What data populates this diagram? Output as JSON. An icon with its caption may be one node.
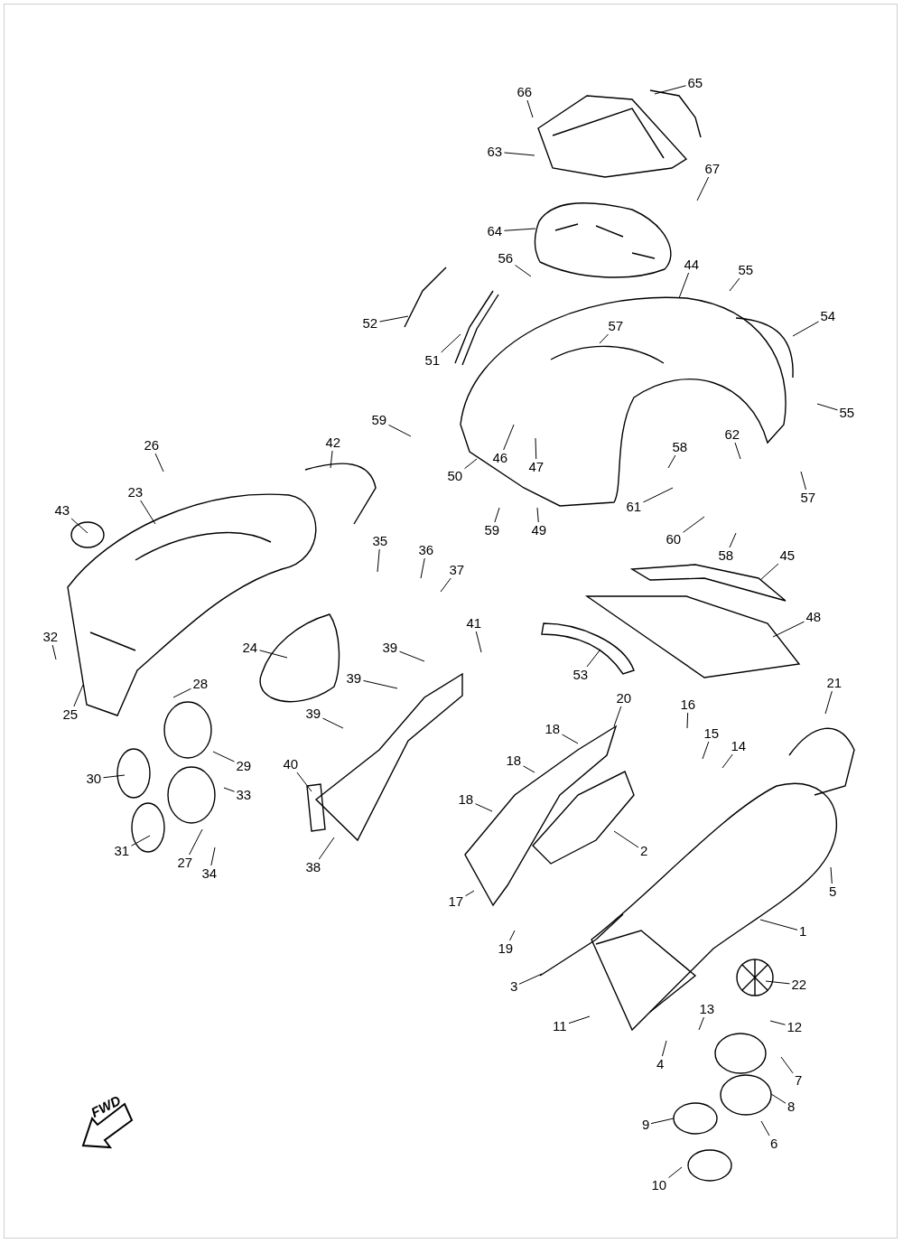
{
  "diagram": {
    "nodes": [
      {
        "text": [
          "65"
        ]
      },
      {
        "text": [
          "66"
        ]
      },
      {
        "text": [
          "63"
        ]
      },
      {
        "text": [
          "67"
        ]
      },
      {
        "text": [
          "64"
        ]
      },
      {
        "text": [
          "56"
        ]
      },
      {
        "text": [
          "44"
        ]
      },
      {
        "text": [
          "55"
        ]
      },
      {
        "text": [
          "54"
        ]
      },
      {
        "text": [
          "52"
        ]
      },
      {
        "text": [
          "57"
        ]
      },
      {
        "text": [
          "51"
        ]
      },
      {
        "text": [
          "59"
        ]
      },
      {
        "text": [
          "55"
        ]
      },
      {
        "text": [
          "26"
        ]
      },
      {
        "text": [
          "42"
        ]
      },
      {
        "text": [
          "62"
        ]
      },
      {
        "text": [
          "58"
        ]
      },
      {
        "text": [
          "46"
        ]
      },
      {
        "text": [
          "47"
        ]
      },
      {
        "text": [
          "50"
        ]
      },
      {
        "text": [
          "23"
        ]
      },
      {
        "text": [
          "57"
        ]
      },
      {
        "text": [
          "61"
        ]
      },
      {
        "text": [
          "43"
        ]
      },
      {
        "text": [
          "59"
        ]
      },
      {
        "text": [
          "49"
        ]
      },
      {
        "text": [
          "60"
        ]
      },
      {
        "text": [
          "35"
        ]
      },
      {
        "text": [
          "36"
        ]
      },
      {
        "text": [
          "58"
        ]
      },
      {
        "text": [
          "45"
        ]
      },
      {
        "text": [
          "37"
        ]
      },
      {
        "text": [
          "48"
        ]
      },
      {
        "text": [
          "32"
        ]
      },
      {
        "text": [
          "41"
        ]
      },
      {
        "text": [
          "24"
        ]
      },
      {
        "text": [
          "39"
        ]
      },
      {
        "text": [
          "39"
        ]
      },
      {
        "text": [
          "53"
        ]
      },
      {
        "text": [
          "28"
        ]
      },
      {
        "text": [
          "21"
        ]
      },
      {
        "text": [
          "20"
        ]
      },
      {
        "text": [
          "16"
        ]
      },
      {
        "text": [
          "25"
        ]
      },
      {
        "text": [
          "39"
        ]
      },
      {
        "text": [
          "18"
        ]
      },
      {
        "text": [
          "15"
        ]
      },
      {
        "text": [
          "14"
        ]
      },
      {
        "text": [
          "18"
        ]
      },
      {
        "text": [
          "40"
        ]
      },
      {
        "text": [
          "29"
        ]
      },
      {
        "text": [
          "30"
        ]
      },
      {
        "text": [
          "33"
        ]
      },
      {
        "text": [
          "18"
        ]
      },
      {
        "text": [
          "2"
        ]
      },
      {
        "text": [
          "31"
        ]
      },
      {
        "text": [
          "27"
        ]
      },
      {
        "text": [
          "34"
        ]
      },
      {
        "text": [
          "38"
        ]
      },
      {
        "text": [
          "5"
        ]
      },
      {
        "text": [
          "17"
        ]
      },
      {
        "text": [
          "1"
        ]
      },
      {
        "text": [
          "19"
        ]
      },
      {
        "text": [
          "22"
        ]
      },
      {
        "text": [
          "3"
        ]
      },
      {
        "text": [
          "13"
        ]
      },
      {
        "text": [
          "12"
        ]
      },
      {
        "text": [
          "11"
        ]
      },
      {
        "text": [
          "4"
        ]
      },
      {
        "text": [
          "7"
        ]
      },
      {
        "text": [
          "8"
        ]
      },
      {
        "text": [
          "9"
        ]
      },
      {
        "text": [
          "6"
        ]
      },
      {
        "text": [
          "10"
        ]
      }
    ],
    "edges": [
      {
        "from": 0,
        "to": null,
        "arrow": "none"
      },
      {
        "from": 1,
        "to": null,
        "arrow": "none"
      },
      {
        "from": 2,
        "to": null,
        "arrow": "none"
      },
      {
        "from": 3,
        "to": null,
        "arrow": "none"
      },
      {
        "from": 4,
        "to": null,
        "arrow": "none"
      },
      {
        "from": 5,
        "to": null,
        "arrow": "none"
      },
      {
        "from": 6,
        "to": null,
        "arrow": "none"
      },
      {
        "from": 7,
        "to": null,
        "arrow": "none"
      },
      {
        "from": 8,
        "to": null,
        "arrow": "none"
      },
      {
        "from": 9,
        "to": null,
        "arrow": "none"
      },
      {
        "from": 10,
        "to": null,
        "arrow": "none"
      },
      {
        "from": 11,
        "to": null,
        "arrow": "none"
      },
      {
        "from": 12,
        "to": null,
        "arrow": "none"
      },
      {
        "from": 13,
        "to": null,
        "arrow": "none"
      },
      {
        "from": 14,
        "to": null,
        "arrow": "none"
      },
      {
        "from": 15,
        "to": null,
        "arrow": "none"
      },
      {
        "from": 16,
        "to": null,
        "arrow": "none"
      },
      {
        "from": 17,
        "to": null,
        "arrow": "none"
      },
      {
        "from": 18,
        "to": null,
        "arrow": "none"
      },
      {
        "from": 19,
        "to": null,
        "arrow": "none"
      },
      {
        "from": 20,
        "to": null,
        "arrow": "none"
      },
      {
        "from": 21,
        "to": null,
        "arrow": "none"
      },
      {
        "from": 22,
        "to": null,
        "arrow": "none"
      },
      {
        "from": 23,
        "to": null,
        "arrow": "none"
      },
      {
        "from": 24,
        "to": null,
        "arrow": "none"
      },
      {
        "from": 25,
        "to": null,
        "arrow": "none"
      },
      {
        "from": 26,
        "to": null,
        "arrow": "none"
      },
      {
        "from": 27,
        "to": null,
        "arrow": "none"
      },
      {
        "from": 28,
        "to": null,
        "arrow": "none"
      },
      {
        "from": 29,
        "to": null,
        "arrow": "none"
      },
      {
        "from": 30,
        "to": null,
        "arrow": "none"
      },
      {
        "from": 31,
        "to": null,
        "arrow": "none"
      },
      {
        "from": 32,
        "to": null,
        "arrow": "none"
      },
      {
        "from": 33,
        "to": null,
        "arrow": "none"
      },
      {
        "from": 34,
        "to": null,
        "arrow": "none"
      },
      {
        "from": 35,
        "to": null,
        "arrow": "none"
      },
      {
        "from": 36,
        "to": null,
        "arrow": "none"
      },
      {
        "from": 37,
        "to": null,
        "arrow": "none"
      },
      {
        "from": 38,
        "to": null,
        "arrow": "none"
      },
      {
        "from": 39,
        "to": null,
        "arrow": "none"
      },
      {
        "from": 40,
        "to": null,
        "arrow": "none"
      },
      {
        "from": 41,
        "to": null,
        "arrow": "none"
      },
      {
        "from": 42,
        "to": null,
        "arrow": "none"
      },
      {
        "from": 43,
        "to": null,
        "arrow": "none"
      },
      {
        "from": 44,
        "to": null,
        "arrow": "none"
      },
      {
        "from": 45,
        "to": null,
        "arrow": "none"
      },
      {
        "from": 46,
        "to": null,
        "arrow": "none"
      },
      {
        "from": 47,
        "to": null,
        "arrow": "none"
      },
      {
        "from": 48,
        "to": null,
        "arrow": "none"
      },
      {
        "from": 49,
        "to": null,
        "arrow": "none"
      },
      {
        "from": 50,
        "to": null,
        "arrow": "none"
      },
      {
        "from": 51,
        "to": null,
        "arrow": "none"
      },
      {
        "from": 52,
        "to": null,
        "arrow": "none"
      },
      {
        "from": 53,
        "to": null,
        "arrow": "none"
      },
      {
        "from": 54,
        "to": null,
        "arrow": "none"
      },
      {
        "from": 55,
        "to": null,
        "arrow": "none"
      },
      {
        "from": 56,
        "to": null,
        "arrow": "none"
      },
      {
        "from": 57,
        "to": null,
        "arrow": "none"
      },
      {
        "from": 58,
        "to": null,
        "arrow": "none"
      },
      {
        "from": 59,
        "to": null,
        "arrow": "none"
      },
      {
        "from": 60,
        "to": null,
        "arrow": "none"
      },
      {
        "from": 61,
        "to": null,
        "arrow": "none"
      },
      {
        "from": 62,
        "to": null,
        "arrow": "none"
      },
      {
        "from": 63,
        "to": null,
        "arrow": "none"
      },
      {
        "from": 64,
        "to": null,
        "arrow": "none"
      },
      {
        "from": 65,
        "to": null,
        "arrow": "none"
      },
      {
        "from": 66,
        "to": null,
        "arrow": "none"
      },
      {
        "from": 67,
        "to": null,
        "arrow": "none"
      },
      {
        "from": 68,
        "to": null,
        "arrow": "none"
      },
      {
        "from": 69,
        "to": null,
        "arrow": "none"
      },
      {
        "from": 70,
        "to": null,
        "arrow": "none"
      },
      {
        "from": 71,
        "to": null,
        "arrow": "none"
      },
      {
        "from": 72,
        "to": null,
        "arrow": "none"
      },
      {
        "from": 73,
        "to": null,
        "arrow": "none"
      },
      {
        "from": 74,
        "to": null,
        "arrow": "none"
      }
    ],
    "labels": [
      "FWD"
    ]
  }
}
